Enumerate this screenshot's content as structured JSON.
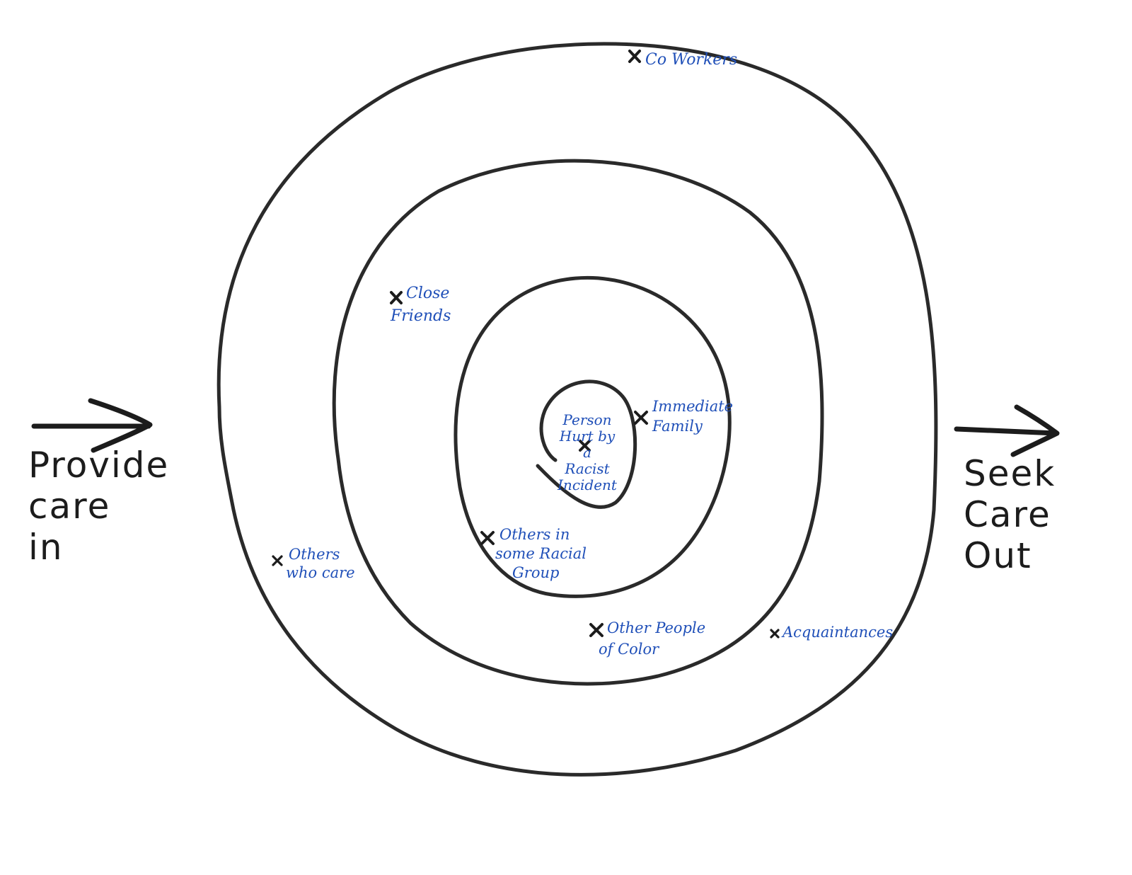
{
  "left_label": {
    "line1": "Provide",
    "line2": "care",
    "line3": "in"
  },
  "right_label": {
    "line1": "Seek",
    "line2": "Care",
    "line3": "Out"
  },
  "center": {
    "line1": "Person",
    "line2": "Hurt by",
    "line3": "a",
    "line4": "Racist",
    "line5": "Incident"
  },
  "labels": {
    "co_workers": "Co Workers",
    "close_friends_1": "Close",
    "close_friends_2": "Friends",
    "immediate_family_1": "Immediate",
    "immediate_family_2": "Family",
    "others_racial_1": "Others in",
    "others_racial_2": "some Racial",
    "others_racial_3": "Group",
    "others_care_1": "Others",
    "others_care_2": "who care",
    "people_color_1": "Other People",
    "people_color_2": "of Color",
    "acquaintances": "Acquaintances"
  },
  "colors": {
    "ink": "#1c1c1c",
    "label_blue": "#1f4fb8"
  }
}
